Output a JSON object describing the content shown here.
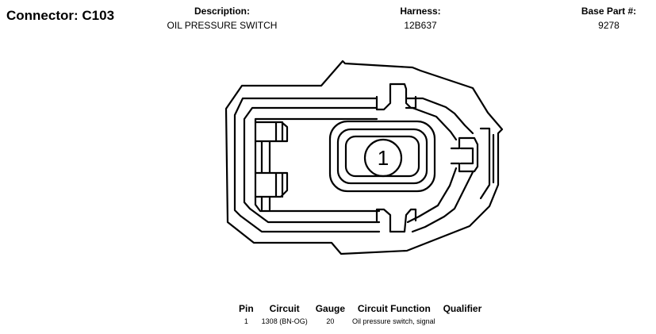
{
  "header": {
    "connector_label": "Connector: C103",
    "description_label": "Description:",
    "description_value": "OIL PRESSURE SWITCH",
    "harness_label": "Harness:",
    "harness_value": "12B637",
    "base_part_label": "Base Part #:",
    "base_part_value": "9278"
  },
  "drawing": {
    "pin_label": "1",
    "line_color": "#000000"
  },
  "pin_table": {
    "columns": [
      "Pin",
      "Circuit",
      "Gauge",
      "Circuit Function",
      "Qualifier"
    ],
    "rows": [
      {
        "pin": "1",
        "circuit": "1308 (BN-OG)",
        "gauge": "20",
        "function": "Oil pressure switch, signal",
        "qualifier": ""
      }
    ]
  }
}
